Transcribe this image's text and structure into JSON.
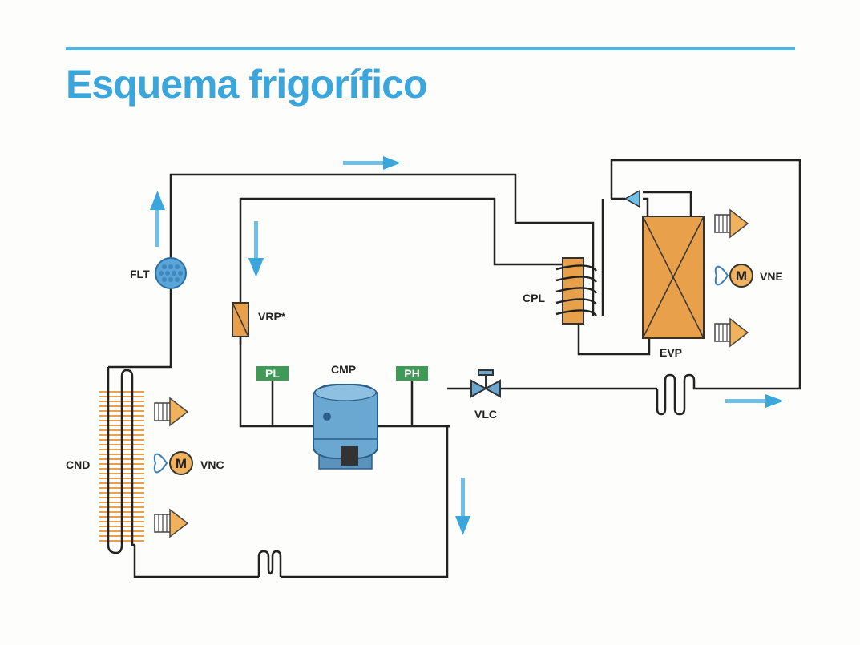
{
  "title": "Esquema frigorífico",
  "colors": {
    "accent_blue": "#3aa6dc",
    "component_orange": "#e9a04a",
    "fan_motor_fill": "#f0b25c",
    "label_green": "#3f9a57",
    "pipe": "#222222",
    "compressor_blue": "#6aa8d2"
  },
  "labels": {
    "flt": "FLT",
    "vrp": "VRP*",
    "pl": "PL",
    "ph": "PH",
    "cmp": "CMP",
    "vlc": "VLC",
    "cpl": "CPL",
    "evp": "EVP",
    "vne": "VNE",
    "vnc": "VNC",
    "cnd": "CND",
    "motor": "M"
  },
  "icons": [
    "flow-arrow-icon",
    "fan-icon",
    "motor-icon",
    "airflow-arrow-icon",
    "expansion-valve-icon",
    "filter-icon"
  ]
}
